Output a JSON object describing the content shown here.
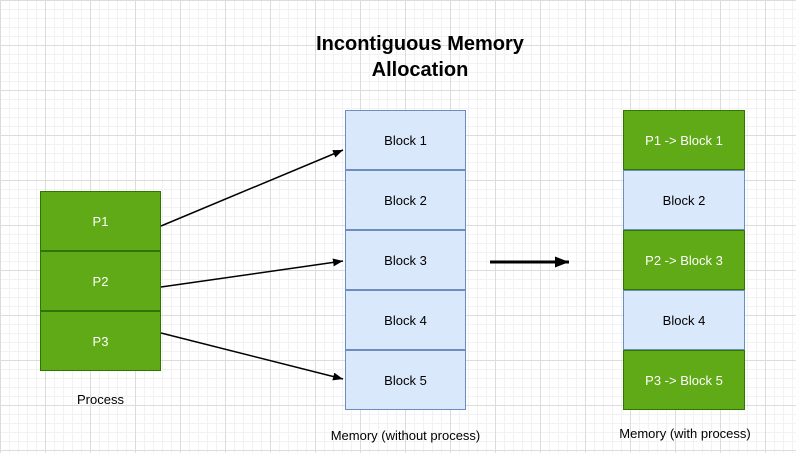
{
  "title": {
    "line1": "Incontiguous Memory",
    "line2": "Allocation"
  },
  "process": {
    "caption": "Process",
    "segments": [
      {
        "label": "P1"
      },
      {
        "label": "P2"
      },
      {
        "label": "P3"
      }
    ]
  },
  "memory_without": {
    "caption": "Memory (without process)",
    "blocks": [
      {
        "label": "Block 1"
      },
      {
        "label": "Block 2"
      },
      {
        "label": "Block 3"
      },
      {
        "label": "Block 4"
      },
      {
        "label": "Block 5"
      }
    ]
  },
  "memory_with": {
    "caption": "Memory (with process)",
    "blocks": [
      {
        "label": "P1 -> Block 1",
        "state": "allocated"
      },
      {
        "label": "Block 2",
        "state": "free"
      },
      {
        "label": "P2 -> Block 3",
        "state": "allocated"
      },
      {
        "label": "Block 4",
        "state": "free"
      },
      {
        "label": "P3 -> Block 5",
        "state": "allocated"
      }
    ]
  },
  "arrows": [
    {
      "from": "P1",
      "to": "Block 1"
    },
    {
      "from": "P2",
      "to": "Block 3"
    },
    {
      "from": "P3",
      "to": "Block 5"
    },
    {
      "from": "Memory (without process)",
      "to": "Memory (with process)"
    }
  ],
  "colors": {
    "allocated_fill": "#60a917",
    "allocated_border": "#2d7600",
    "allocated_text": "#ffffff",
    "free_fill": "#dae8fc",
    "free_border": "#6c8ebf",
    "free_text": "#000000",
    "arrow": "#000000",
    "canvas_background": "#ffffff"
  }
}
